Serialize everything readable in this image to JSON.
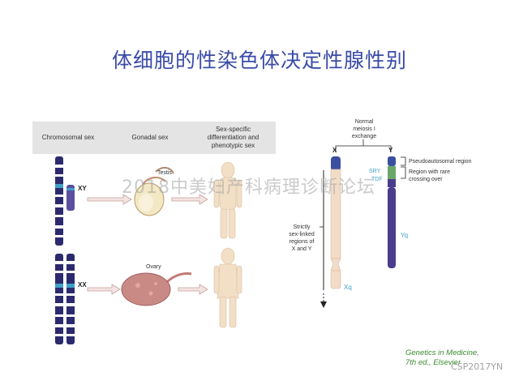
{
  "slide": {
    "title": "体细胞的性染色体决定性腺性别",
    "watermark": "2018中美妇产科病理诊断论坛",
    "corner_watermark": "CSP2017YN",
    "citation_line1": "Genetics in Medicine,",
    "citation_line2": "7th ed., Elsevier"
  },
  "left_figure": {
    "columns": {
      "chromosomal": "Chromosomal sex",
      "gonadal": "Gonadal sex",
      "phenotypic_1": "Sex-specific",
      "phenotypic_2": "differentiation and",
      "phenotypic_3": "phenotypic sex"
    },
    "karyotype_male": "XY",
    "karyotype_female": "XX",
    "gonad_male": "Testis",
    "gonad_female": "Ovary"
  },
  "right_figure": {
    "x_label": "X",
    "y_label": "Y",
    "meiosis_1": "Normal",
    "meiosis_2": "meiosis I",
    "meiosis_3": "exchange",
    "pseudoautosomal": "Pseudoautosomal region",
    "rare_1": "Region with rare",
    "rare_2": "crossing over",
    "sry": "SRY",
    "tdf": "TDF",
    "strict_1": "Strictly",
    "strict_2": "sex-linked",
    "strict_3": "regions of",
    "strict_4": "X and Y",
    "xq": "Xq",
    "yq": "Yq"
  },
  "colors": {
    "title": "#3a4ba8",
    "chromosome_dark": "#2c2a6e",
    "chromosome_band": "#1f3fa0",
    "x_chrom": "#f2dcc8",
    "y_chrom": "#4b3c8c",
    "green_region": "#6aa86a",
    "ovary": "#c98a86",
    "body": "#f3dfc6",
    "citation": "#3a8a2e"
  }
}
